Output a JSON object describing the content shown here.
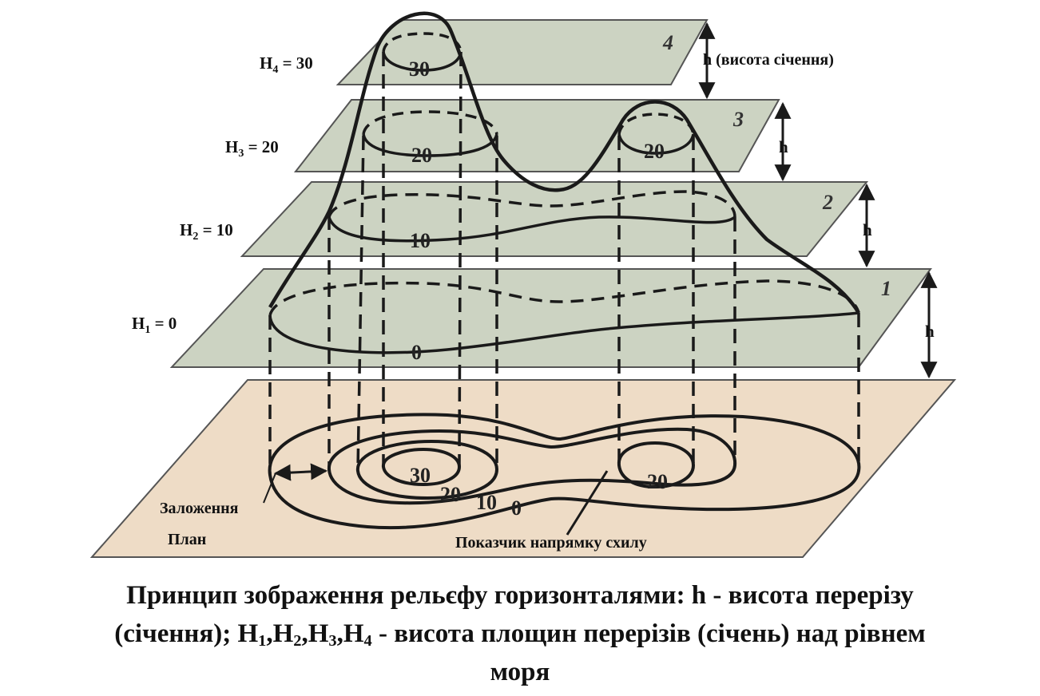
{
  "labels": {
    "h4": {
      "base": "H",
      "sub": "4",
      "rest": " = 30"
    },
    "h3": {
      "base": "H",
      "sub": "3",
      "rest": " = 20"
    },
    "h2": {
      "base": "H",
      "sub": "2",
      "rest": " = 10"
    },
    "h1": {
      "base": "H",
      "sub": "1",
      "rest": " = 0"
    },
    "section_height": "h (висота січення)",
    "h": "h",
    "zalozhennia": "Заложення",
    "plan": "План",
    "slope_indicator": "Показчик напрямку схилу"
  },
  "plane_numbers": [
    "4",
    "3",
    "2",
    "1"
  ],
  "contour_values": {
    "c30": "30",
    "c20": "20",
    "c10": "10",
    "c0": "0"
  },
  "caption": {
    "line1": "Принцип зображення рельєфу горизонталями: h - висота перерізу",
    "line2_start": "(січення); ",
    "line2_h": "H",
    "line2_subs": [
      "1",
      "2",
      "3",
      "4"
    ],
    "line2_sep": ",",
    "line2_end": " - висота площин перерізів (січень) над рівнем",
    "line3": "моря"
  },
  "colors": {
    "plane_fill": "#ccd3c2",
    "base_fill": "#eedcc6",
    "ink": "#1a1a1a"
  }
}
